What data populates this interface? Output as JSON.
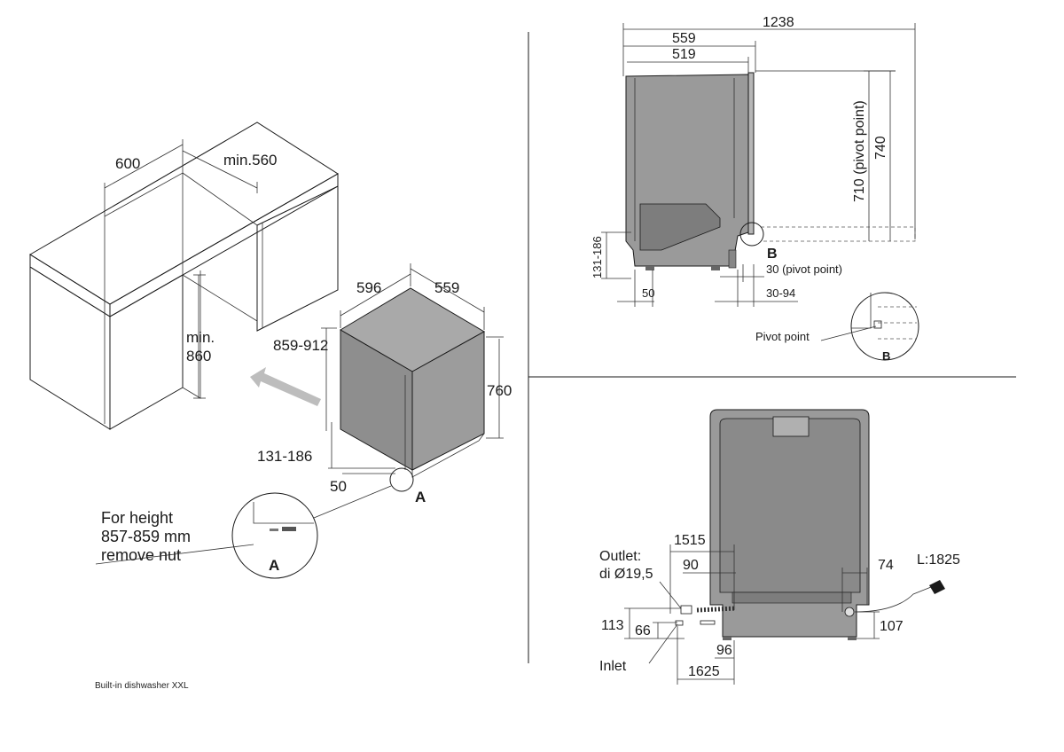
{
  "caption": "Built-in dishwasher XXL",
  "iso_view": {
    "cabinet_width": "600",
    "cabinet_depth": "min.560",
    "cabinet_height_line1": "min.",
    "cabinet_height_line2": "860",
    "appliance_width": "596",
    "appliance_depth": "559",
    "appliance_height_range": "859-912",
    "appliance_body_height": "760",
    "plinth_height": "131-186",
    "plinth_depth": "50",
    "detail_marker": "A"
  },
  "detail_a": {
    "note_line1": "For height",
    "note_line2": "857-859 mm",
    "note_line3": "remove nut",
    "marker": "A"
  },
  "side_view": {
    "overall_depth": "1238",
    "depth_outer": "559",
    "depth_inner": "519",
    "pivot_height": "710 (pivot point)",
    "height": "740",
    "plinth_height": "131-186",
    "plinth_depth": "50",
    "pivot_offset": "30 (pivot point)",
    "door_gap": "30-94",
    "detail_marker": "B"
  },
  "detail_b": {
    "label": "Pivot point",
    "marker": "B"
  },
  "front_view": {
    "outlet_label_line1": "Outlet:",
    "outlet_label_line2": "di Ø19,5",
    "outlet_length": "1515",
    "outlet_offset": "90",
    "power_offset": "74",
    "power_length": "L:1825",
    "outlet_height": "113",
    "inlet_height": "66",
    "inlet_offset": "96",
    "inlet_length": "1625",
    "power_height": "107",
    "inlet_label": "Inlet"
  },
  "colors": {
    "appliance_fill": "#9a9a9a",
    "appliance_dark": "#7d7d7d",
    "line": "#1a1a1a",
    "arrow": "#bdbdbd"
  }
}
